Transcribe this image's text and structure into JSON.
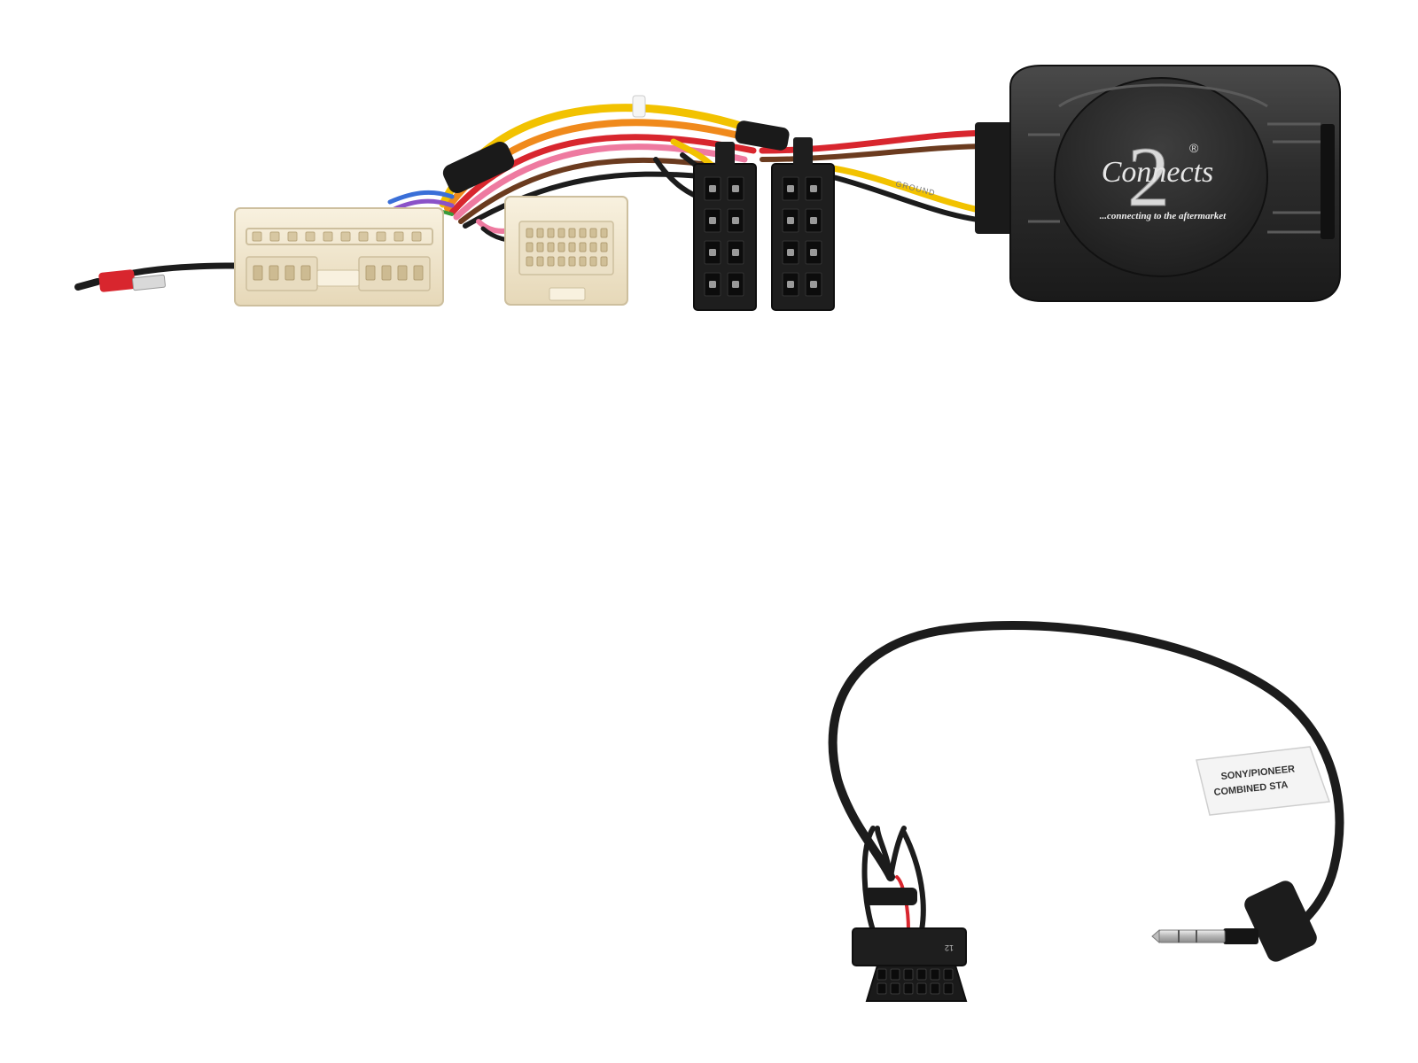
{
  "product": {
    "logo": {
      "numeral": "2",
      "wordmark": "Connects",
      "registered_mark": "®",
      "tagline": "...connecting to the aftermarket"
    },
    "wire_print": "GROUND",
    "lead_label": {
      "line1": "SONY/PIONEER",
      "line2": "COMBINED STA"
    },
    "plug_marking": "12"
  },
  "colors": {
    "background": "#ffffff",
    "module_body": "#2a2a2a",
    "module_highlight": "#4a4a4a",
    "connector_cream": "#f3e9d2",
    "connector_black": "#1e1e1e",
    "cable_black": "#1c1c1c",
    "wire_yellow": "#f2c200",
    "wire_orange": "#f08a1c",
    "wire_red": "#d8262e",
    "wire_pink": "#ee7aa0",
    "wire_blue": "#3a6fd8",
    "wire_purple": "#8a52c8",
    "wire_brown": "#6b3b1f",
    "wire_green": "#3a9a3a",
    "jack_metal": "#c9c9c9"
  }
}
